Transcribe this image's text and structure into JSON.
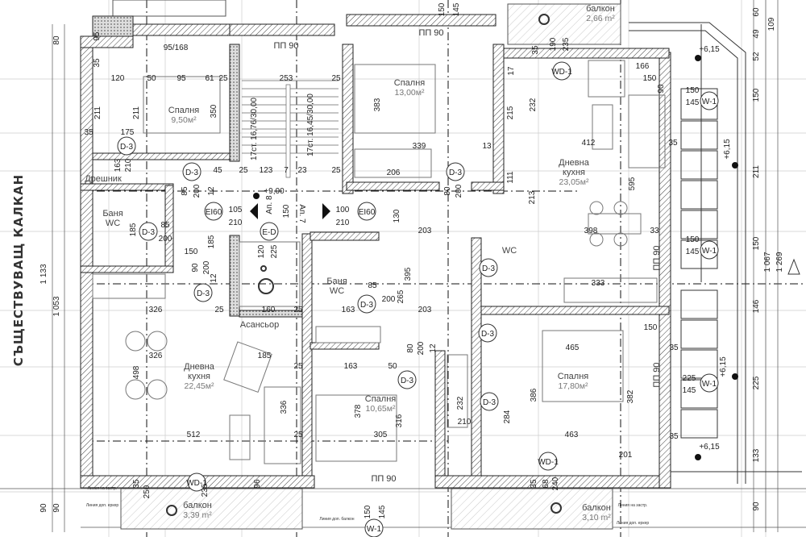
{
  "side_label": "СЪЩЕСТВУВАЩ КАЛКАН",
  "rooms": [
    {
      "lines": [
        "Спалня"
      ],
      "area": "9,50м²"
    },
    {
      "lines": [
        "Спалня"
      ],
      "area": "13,00м²"
    },
    {
      "lines": [
        "Дневна",
        "кухня"
      ],
      "area": "23,05м²"
    },
    {
      "lines": [
        "Баня",
        "WC"
      ],
      "area": ""
    },
    {
      "lines": [
        "Баня",
        "WC"
      ],
      "area": ""
    },
    {
      "lines": [
        "WC"
      ],
      "area": ""
    },
    {
      "lines": [
        "Асансьор"
      ],
      "area": ""
    },
    {
      "lines": [
        "Дневна",
        "кухня"
      ],
      "area": "22,45м²"
    },
    {
      "lines": [
        "Спалня"
      ],
      "area": "10,65м²"
    },
    {
      "lines": [
        "Спалня"
      ],
      "area": "17,80м²"
    },
    {
      "lines": [
        "Дрешник"
      ],
      "area": ""
    },
    {
      "lines": [
        "балкон"
      ],
      "area": "3,39 m²"
    },
    {
      "lines": [
        "балкон"
      ],
      "area": "3,10 m²"
    },
    {
      "lines": [
        "балкон"
      ],
      "area": "2,66 m²"
    }
  ],
  "annotations": [
    "ПП 90",
    "ПП 90",
    "ПП 90",
    "ПП 90",
    "ПП 90",
    "Ап. 8",
    "Ап. 7",
    "Линия на застр.",
    "Линия доп. еркер",
    "Линия на застр.",
    "Линия доп. еркер",
    "Линия доп. балкон"
  ],
  "door_tags": [
    "D-3",
    "D-3",
    "D-3",
    "D-3",
    "D-3",
    "D-3",
    "D-3",
    "D-3",
    "D-3",
    "D-3",
    "EI60",
    "EI60",
    "E-D",
    "WD-1",
    "WD-1",
    "WD-1",
    "W-1",
    "W-1",
    "W-1",
    "W-1"
  ],
  "dimensions": [
    "95",
    "35",
    "120",
    "50",
    "95",
    "61",
    "25",
    "253",
    "25",
    "95/168",
    "350",
    "211",
    "211",
    "35",
    "175",
    "163",
    "210",
    "45",
    "25",
    "123",
    "7",
    "23",
    "25",
    "17ст. 16,76/30,00",
    "17ст. 16,45/30,00",
    "85",
    "200",
    "12",
    "+9,00",
    "105",
    "210",
    "100",
    "210",
    "150",
    "85",
    "200",
    "185",
    "185",
    "150",
    "90",
    "200",
    "12",
    "120",
    "225",
    "160",
    "25",
    "25",
    "326",
    "326",
    "498",
    "185",
    "25",
    "336",
    "512",
    "25",
    "250",
    "235",
    "35",
    "96",
    "130",
    "395",
    "203",
    "203",
    "265",
    "85",
    "200",
    "163",
    "163",
    "50",
    "80",
    "200",
    "12",
    "378",
    "305",
    "316",
    "232",
    "210",
    "150",
    "145",
    "339",
    "13",
    "206",
    "383",
    "80",
    "200",
    "232",
    "111",
    "213",
    "17",
    "215",
    "150",
    "145",
    "190",
    "235",
    "35",
    "166",
    "150",
    "90",
    "412",
    "595",
    "398",
    "33",
    "35",
    "150",
    "145",
    "150",
    "145",
    "333",
    "465",
    "386",
    "382",
    "284",
    "463",
    "201",
    "150",
    "35",
    "225",
    "145",
    "35",
    "35",
    "68",
    "240",
    "60",
    "49",
    "52",
    "150",
    "211",
    "150",
    "146",
    "225",
    "133",
    "90",
    "109",
    "1 067",
    "1 269",
    "+6,15",
    "+6,15",
    "+6,15",
    "+6,15",
    "80",
    "1 053",
    "1 133",
    "90",
    "90"
  ]
}
